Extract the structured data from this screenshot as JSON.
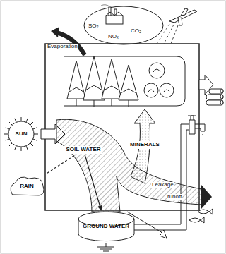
{
  "diagram": {
    "nodes": [
      {
        "text": [
          "SUN"
        ]
      },
      {
        "text": [
          "RAIN"
        ]
      },
      {
        "text": [
          "SOIL WATER"
        ]
      },
      {
        "text": [
          "MINERALS"
        ]
      },
      {
        "text": [
          "GROUND WATER"
        ]
      }
    ],
    "edges": [
      {
        "from": 1,
        "to": 2,
        "arrow": "none"
      },
      {
        "from": 2,
        "to": 4,
        "arrow": "to"
      }
    ],
    "labels": [
      "Evaporation",
      "SO₂",
      "CO₂",
      "NOₓ",
      "Leakage",
      "runoff"
    ]
  }
}
